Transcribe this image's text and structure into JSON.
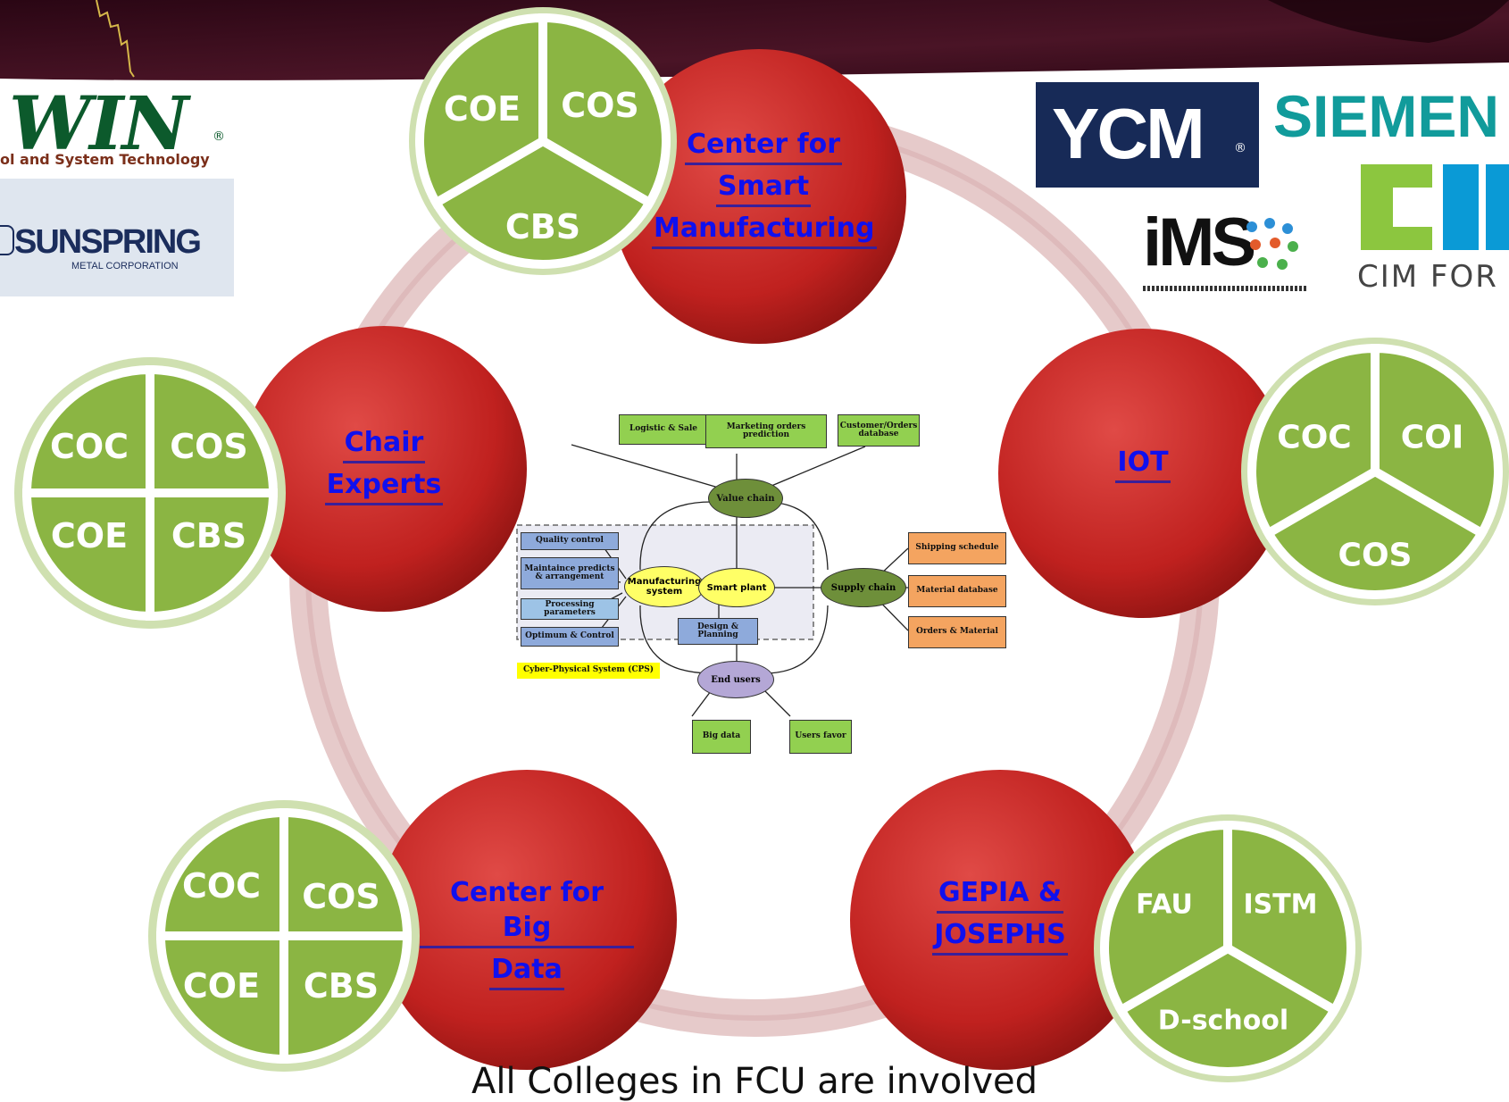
{
  "hubs": [
    {
      "id": "smart",
      "lines": [
        "Center for",
        "Smart",
        "Manufacturing"
      ]
    },
    {
      "id": "iot",
      "lines": [
        "IOT"
      ]
    },
    {
      "id": "gepia",
      "lines": [
        "GEPIA &",
        "JOSEPHS"
      ]
    },
    {
      "id": "bigdata",
      "lines": [
        "Center for Big",
        "Data"
      ]
    },
    {
      "id": "chair",
      "lines": [
        "Chair",
        "Experts"
      ]
    }
  ],
  "clusters": {
    "smart": [
      "COE",
      "COS",
      "CBS"
    ],
    "iot": [
      "COC",
      "COI",
      "COS"
    ],
    "gepia": [
      "FAU",
      "ISTM",
      "D-school"
    ],
    "bigdata": [
      "COC",
      "COS",
      "COE",
      "CBS"
    ],
    "chair": [
      "COC",
      "COS",
      "COE",
      "CBS"
    ]
  },
  "logos": {
    "hiwin_text": "WIN",
    "hiwin_reg": "®",
    "hiwin_sub": "ol and System Technology",
    "sunspring": "SUNSPRING",
    "sunspring_sub": "METAL CORPORATION",
    "ycm": "YCM",
    "ycm_reg": "®",
    "siemens": "SIEMEN",
    "ims": "iMS",
    "cim": "CIM FOR"
  },
  "cps": {
    "top": [
      "Logistic & Sale",
      "Marketing orders prediction",
      "Customer/Orders database"
    ],
    "value_chain": "Value chain",
    "left": [
      "Quality control",
      "Maintaince predicts & arrangement",
      "Processing parameters",
      "Optimum & Control"
    ],
    "manufacturing": "Manufacturing system",
    "smart_plant": "Smart plant",
    "supply_chain": "Supply chain",
    "right": [
      "Shipping schedule",
      "Material database",
      "Orders & Material"
    ],
    "design": "Design & Planning",
    "end_users": "End users",
    "bottom": [
      "Big data",
      "Users favor"
    ],
    "cps_label": "Cyber-Physical System (CPS)"
  },
  "caption": "All Colleges in FCU are involved",
  "colors": {
    "banner": "#3a0a1c",
    "hub_red": "#c42a27",
    "segment_green": "#8bb543",
    "segment_border": "#c9dba5",
    "ring": "#e3c5c6",
    "link_blue": "#1010ee"
  }
}
